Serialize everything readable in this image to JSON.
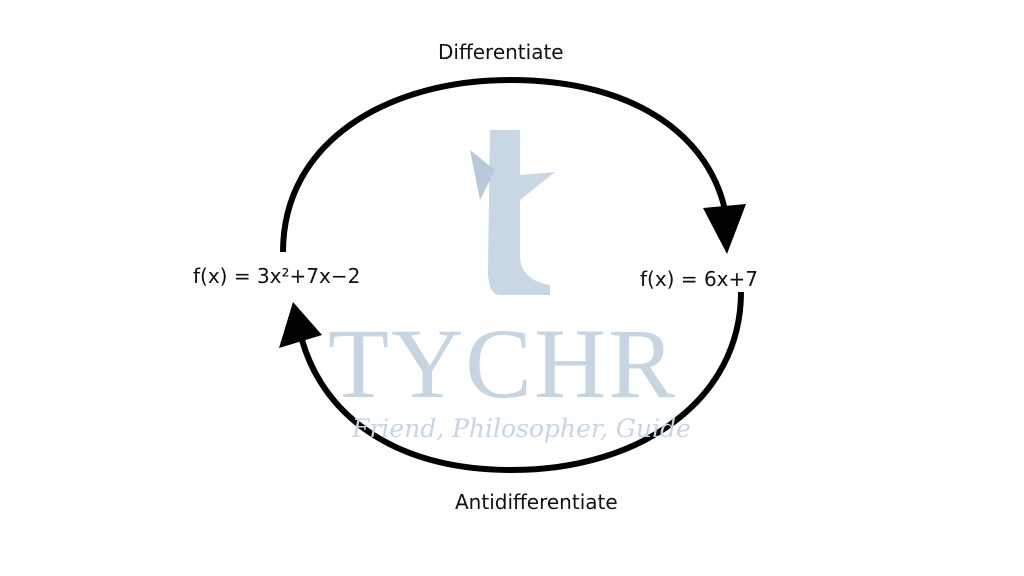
{
  "top_label": "Differentiate",
  "bottom_label": "Antidifferentiate",
  "left_function": "f(x) = 3x²+7x−2",
  "right_function": "f(x) = 6x+7",
  "watermark": {
    "brand": "TYCHR",
    "tagline": "Friend, Philosopher, Guide",
    "color": "#c7d5e3"
  }
}
